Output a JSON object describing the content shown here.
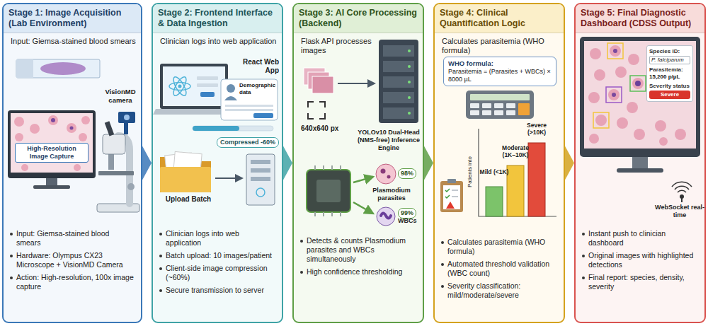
{
  "diagram": {
    "nodes": [
      {
        "text": [
          "Stage 1: Image Acquisition (Lab Environment)",
          "Input: Giemsa-stained blood smears",
          "Input: Giemsa-stained blood smears",
          "Hardware: Olympus CX23 Microscope + VisionMD Camera",
          "Action: High-resolution, 100x image capture"
        ]
      },
      {
        "text": [
          "High-Resolution Image Capture"
        ],
        "in": 0
      },
      {
        "text": [
          "Stage 2: Frontend Interface & Data Ingestion",
          "Clinician logs into web application",
          "Clinician logs into web application",
          "Batch upload: 10 images/patient",
          "Client-side image compression (~60%)",
          "Secure transmission to server"
        ]
      },
      {
        "text": [
          "Stage 3: AI Core Processing (Backend)",
          "Flask API processes images",
          "Detects & counts Plasmodium parasites and WBCs simultaneously",
          "High confidence thresholding"
        ]
      },
      {
        "text": [
          "Stage 4: Clinical Quantification Logic",
          "Calculates parasitemia (WHO formula)",
          "Calculates parasitemia (WHO formula)",
          "Automated threshold validation (WBC count)",
          "Severity classification: mild/moderate/severe"
        ]
      },
      {
        "text": [
          "WHO formula:",
          "Parasitemia = (Parasites + WBCs) × 8000 µL"
        ],
        "in": 4
      },
      {
        "text": [
          "Stage 5: Final Diagnostic Dashboard (CDSS Output)",
          "Instant push to clinician dashboard",
          "Original images with highlighted detections",
          "Final report: species, density, severity"
        ]
      },
      {
        "text": [
          "Species ID:",
          "P. falciparum",
          "Parasitemia:",
          "15,200 p/µL",
          "Severity status",
          "Severe"
        ],
        "in": 6
      }
    ],
    "edges": [
      {
        "from": 0,
        "to": 2,
        "arrow": "to"
      },
      {
        "from": 2,
        "to": 3,
        "arrow": "to"
      },
      {
        "from": 3,
        "to": 4,
        "arrow": "to"
      },
      {
        "from": 4,
        "to": 6,
        "arrow": "to"
      }
    ],
    "labels": [
      "VisionMD camera",
      "React Web App",
      "Demographic data",
      "Compressed -60%",
      "Upload Batch",
      "640x640 px",
      "YOLOv10 Dual-Head (NMS-free) Inference Engine",
      "98%",
      "Plasmodium parasites",
      "99%",
      "WBCs",
      "Severe (>10K)",
      "Moderate (1K–10K)",
      "Mild (<1K)",
      "Patients into",
      "WebSocket real-time"
    ]
  }
}
